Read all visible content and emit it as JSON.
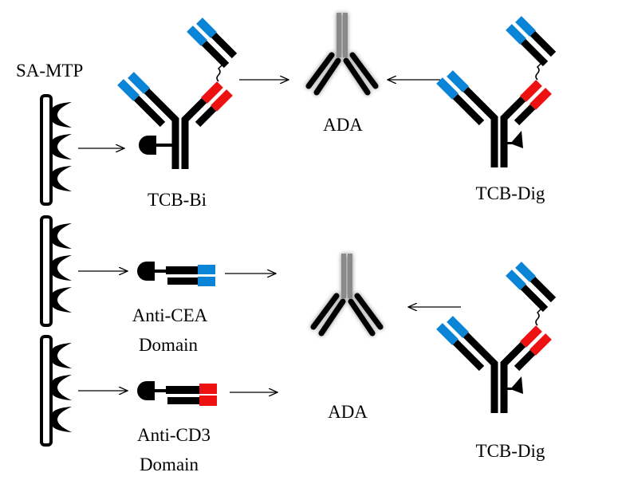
{
  "labels": {
    "sa_mtp": "SA-MTP",
    "tcb_bi": "TCB-Bi",
    "ada_top": "ADA",
    "tcb_dig_top": "TCB-Dig",
    "anti_cea_line1": "Anti-CEA",
    "anti_cea_line2": "Domain",
    "ada_bottom": "ADA",
    "anti_cd3_line1": "Anti-CD3",
    "anti_cd3_line2": "Domain",
    "tcb_dig_bottom": "TCB-Dig"
  },
  "colors": {
    "anti_cea_domain": "#0a84d6",
    "anti_cd3_domain": "#ee1111",
    "chain": "#000000",
    "ada_fc": "#8a8a8a"
  },
  "icons": {
    "plate": "streptavidin-plate",
    "biotin": "biotin-hapten",
    "digoxigenin": "digoxigenin-triangle"
  }
}
